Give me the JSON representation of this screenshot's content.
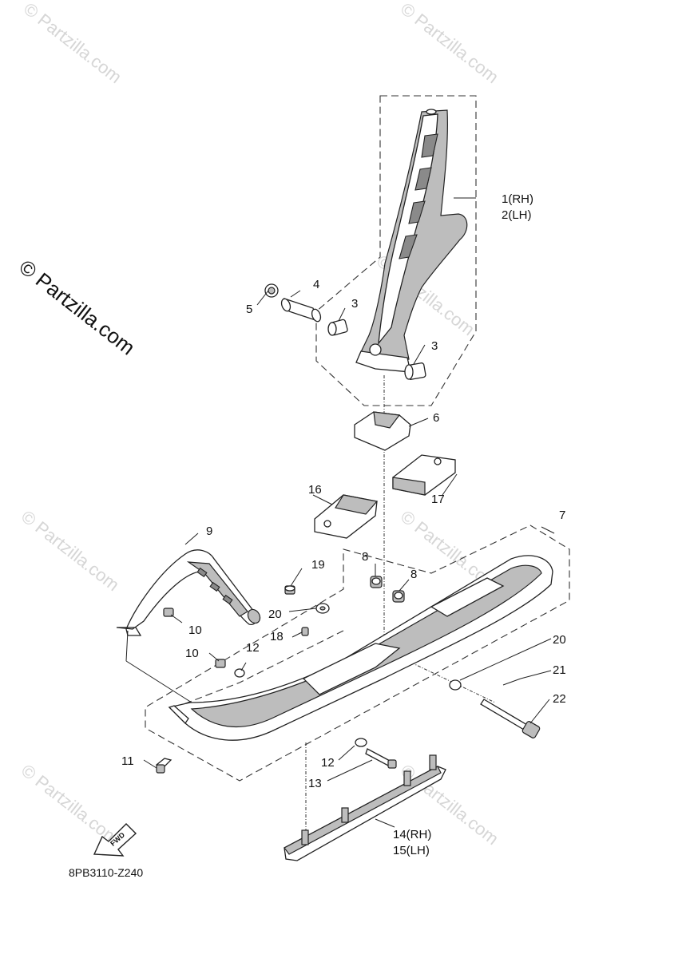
{
  "watermark": {
    "text": "© Partzilla.com"
  },
  "callouts": {
    "c1": "1(RH)",
    "c2": "2(LH)",
    "c3a": "3",
    "c3b": "3",
    "c4": "4",
    "c5": "5",
    "c6": "6",
    "c7": "7",
    "c8a": "8",
    "c8b": "8",
    "c9": "9",
    "c10a": "10",
    "c10b": "10",
    "c11": "11",
    "c12a": "12",
    "c12b": "12",
    "c13": "13",
    "c14": "14(RH)",
    "c15": "15(LH)",
    "c16": "16",
    "c17": "17",
    "c18": "18",
    "c19": "19",
    "c20a": "20",
    "c20b": "20",
    "c21": "21",
    "c22": "22"
  },
  "fwd_badge": "FWD",
  "diagram_code": "8PB3110-Z240",
  "icons": {
    "direction": "fwd-arrow-icon"
  }
}
